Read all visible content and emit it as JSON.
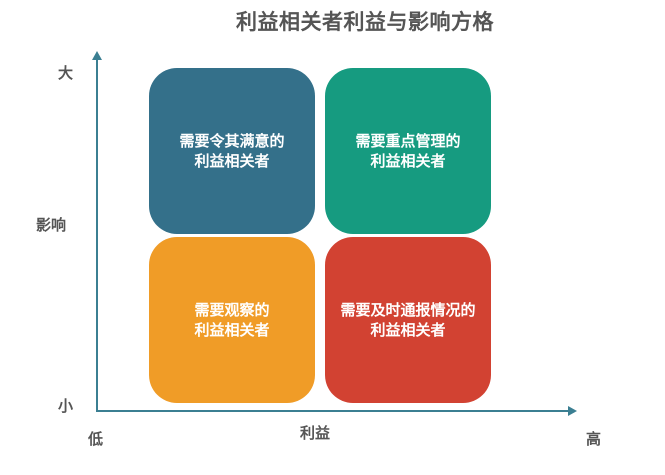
{
  "title": "利益相关者利益与影响方格",
  "axes": {
    "y": {
      "label": "影响",
      "high": "大",
      "low": "小"
    },
    "x": {
      "label": "利益",
      "low": "低",
      "high": "高"
    },
    "color": "#3b7f92"
  },
  "quadrants": [
    {
      "position": "top-left",
      "line1": "需要令其满意的",
      "line2": "利益相关者",
      "color": "#34708a"
    },
    {
      "position": "top-right",
      "line1": "需要重点管理的",
      "line2": "利益相关者",
      "color": "#169b80"
    },
    {
      "position": "bottom-left",
      "line1": "需要观察的",
      "line2": "利益相关者",
      "color": "#f09c27"
    },
    {
      "position": "bottom-right",
      "line1": "需要及时通报情况的",
      "line2": "利益相关者",
      "color": "#d24232"
    }
  ]
}
